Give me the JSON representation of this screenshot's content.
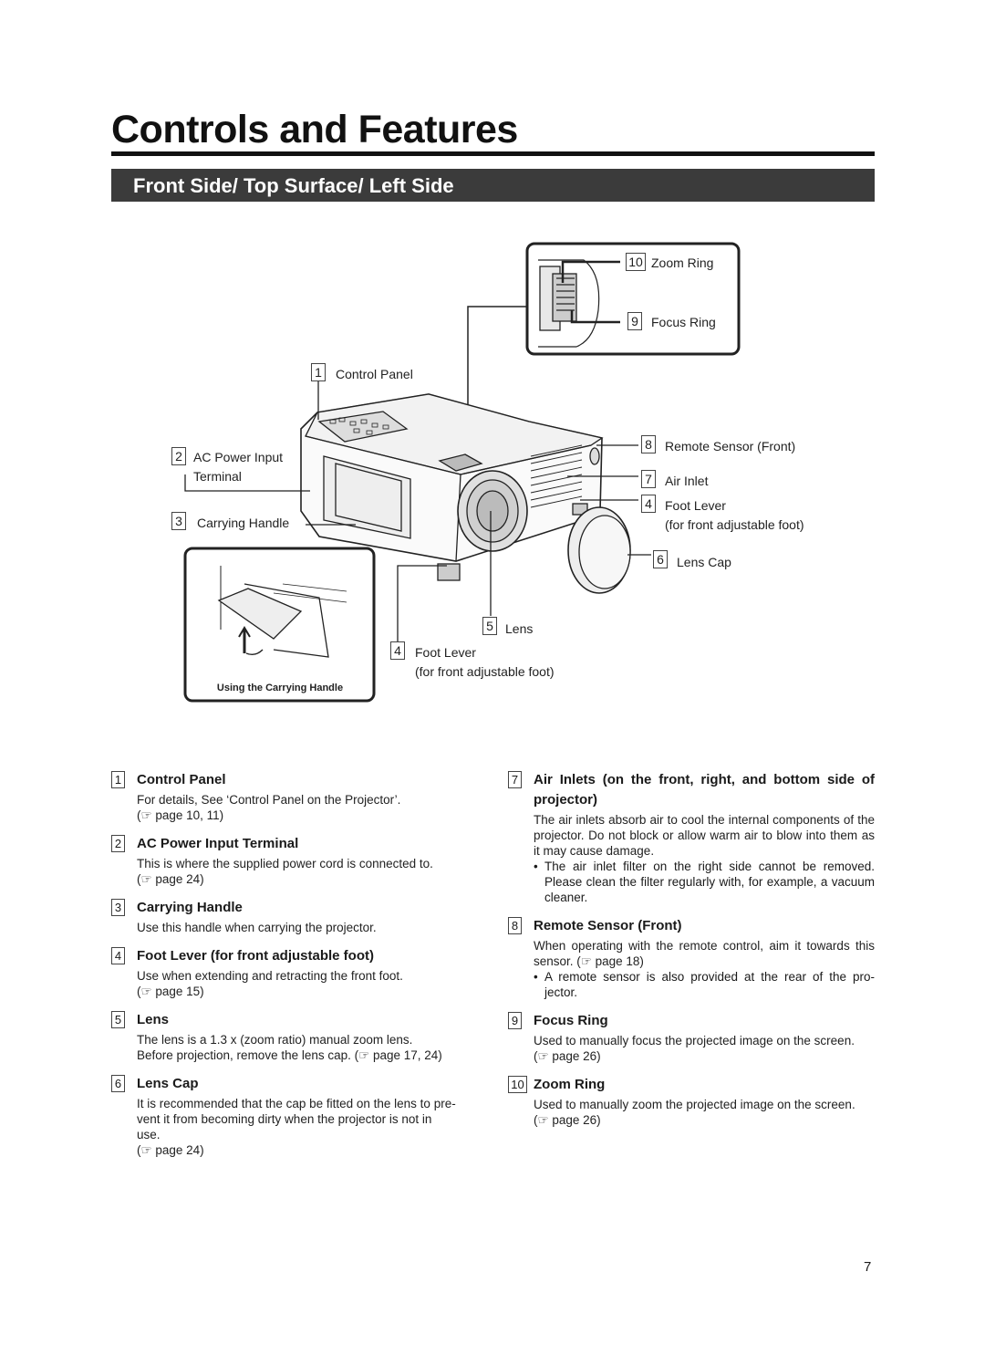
{
  "page_title": "Controls and Features",
  "section_title": "Front Side/ Top Surface/ Left Side",
  "figure": {
    "callouts": {
      "zoom_ring": {
        "num": "10",
        "label": "Zoom Ring"
      },
      "focus_ring": {
        "num": "9",
        "label": "Focus Ring"
      },
      "control_panel": {
        "num": "1",
        "label": "Control Panel"
      },
      "ac_power": {
        "num": "2",
        "label": "AC Power Input",
        "label2": "Terminal"
      },
      "carrying_handle": {
        "num": "3",
        "label": "Carrying Handle"
      },
      "remote_sensor": {
        "num": "8",
        "label": "Remote Sensor (Front)"
      },
      "air_inlet": {
        "num": "7",
        "label": "Air Inlet"
      },
      "foot_lever_right": {
        "num": "4",
        "label": "Foot Lever",
        "label2": "(for front adjustable foot)"
      },
      "lens_cap": {
        "num": "6",
        "label": "Lens Cap"
      },
      "lens": {
        "num": "5",
        "label": "Lens"
      },
      "foot_lever_bottom": {
        "num": "4",
        "label": "Foot Lever",
        "label2": "(for front adjustable foot)"
      }
    },
    "inset_caption": "Using the Carrying Handle"
  },
  "left_items": [
    {
      "num": "1",
      "title": "Control Panel",
      "lines": [
        "For details, See ‘Control Panel on the Projector’.",
        "(☞ page 10, 11)"
      ]
    },
    {
      "num": "2",
      "title": "AC Power Input Terminal",
      "lines": [
        "This is where the supplied power cord is connected to.",
        "(☞ page 24)"
      ]
    },
    {
      "num": "3",
      "title": "Carrying Handle",
      "lines": [
        "Use this handle when carrying the projector."
      ]
    },
    {
      "num": "4",
      "title": "Foot Lever (for front adjustable foot)",
      "lines": [
        "Use when extending and retracting the front foot.",
        "(☞ page 15)"
      ]
    },
    {
      "num": "5",
      "title": "Lens",
      "lines": [
        "The lens is a 1.3 x (zoom ratio) manual zoom lens.",
        "Before projection, remove the lens cap. (☞ page 17, 24)"
      ]
    },
    {
      "num": "6",
      "title": "Lens Cap",
      "lines": [
        "It is recommended that the cap be fitted on the lens to pre-",
        "vent it from becoming dirty when the projector is not in use.",
        "(☞ page 24)"
      ]
    }
  ],
  "right_items": {
    "air": {
      "num": "7",
      "title": "Air Inlets (on the front, right, and bottom side of projector)",
      "body": "The air inlets absorb air to cool the internal components of the projector. Do not block or allow warm air to blow into them as it may cause damage.",
      "bullet": "The air inlet filter on the right side cannot be removed. Please clean the filter regularly with, for example, a vacuum cleaner."
    },
    "remote": {
      "num": "8",
      "title": "Remote Sensor (Front)",
      "body": "When operating with the remote control, aim it towards this sensor. (☞ page 18)",
      "bullet": "A remote sensor is also provided at the rear of the pro-jector."
    },
    "focus": {
      "num": "9",
      "title": "Focus Ring",
      "body": "Used to manually focus the projected image on the screen.",
      "ref": "(☞ page 26)"
    },
    "zoom": {
      "num": "10",
      "title": "Zoom Ring",
      "body": "Used to manually zoom the projected image on the screen.",
      "ref": "(☞ page 26)"
    }
  },
  "page_number": "7"
}
